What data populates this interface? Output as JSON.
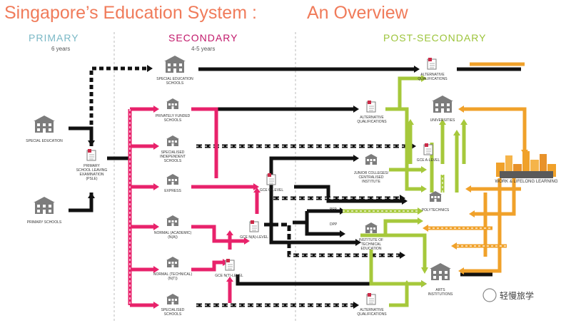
{
  "title": {
    "part1": "Singapore’s Education System :",
    "part2": "An Overview"
  },
  "stages": {
    "primary": {
      "label": "PRIMARY",
      "years": "6 years",
      "color": "#7ab8c6"
    },
    "secondary": {
      "label": "SECONDARY",
      "years": "4-5 years",
      "color": "#c2196b"
    },
    "post_secondary": {
      "label": "POST-SECONDARY",
      "color": "#9cc43a"
    }
  },
  "colors": {
    "black": "#111111",
    "pink": "#e8226b",
    "green": "#a6c83b",
    "orange": "#f0a12a",
    "building": "#7c7c7c",
    "cert": "#cc2a48"
  },
  "nodes": {
    "special_education": "SPECIAL EDUCATION",
    "primary_schools": "PRIMARY SCHOOLS",
    "psle": "PRIMARY SCHOOL LEAVING EXAMINATION (PSLE)",
    "special_ed_schools": "SPECIAL EDUCATION SCHOOLS",
    "privately_funded": "PRIVATELY FUNDED SCHOOLS",
    "specialised_independent": "SPECIALISED INDEPENDENT SCHOOLS",
    "express": "EXPRESS",
    "normal_academic": "NORMAL (ACADEMIC) (N(A))",
    "normal_technical": "NORMAL (TECHNICAL) (N(T))",
    "specialised_schools": "SPECIALISED SCHOOLS",
    "gce_o": "GCE O-LEVEL",
    "gce_na": "GCE N(A)-LEVEL",
    "gce_nt": "GCE N(T)-LEVEL",
    "alt_qual_top": "ALTERNATIVE QUALIFICATIONS",
    "alt_qual_mid": "ALTERNATIVE QUALIFICATIONS",
    "alt_qual_bottom": "ALTERNATIVE QUALIFICATIONS",
    "universities": "UNIVERSITIES",
    "gce_a": "GCE A-LEVEL",
    "jc": "JUNIOR COLLEGES/ CENTRALISED INSTITUTE",
    "polytechnics": "POLYTECHNICS",
    "ite": "INSTITUTE OF TECHNICAL EDUCATION",
    "arts": "ARTS INSTITUTIONS",
    "work": "WORK & LIFELONG LEARNING",
    "ptp": "PFP",
    "dpp": "DPP"
  },
  "watermark": "轻慢旅学"
}
